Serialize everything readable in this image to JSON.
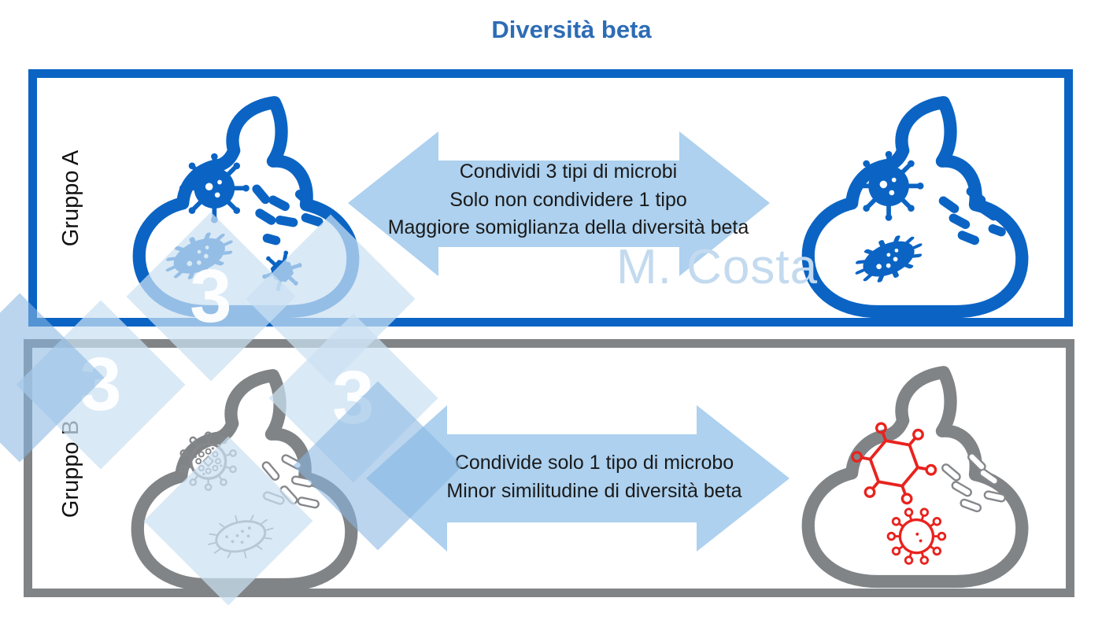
{
  "title": "Diversità beta",
  "watermark": {
    "author": "M. Costa",
    "logo_digit": "3"
  },
  "groups": [
    {
      "label": "Gruppo A",
      "arrow_lines": [
        "Condividi 3 tipi di microbi",
        "Solo non condividere 1 tipo",
        "Maggiore somiglianza della diversità beta"
      ]
    },
    {
      "label": "Gruppo B",
      "arrow_lines": [
        "Condivide solo 1 tipo di microbo",
        "Minor similitudine di diversità beta"
      ]
    }
  ],
  "icons": {
    "group_a_feces": [
      "virus-icon",
      "bacterium-icon",
      "rod-bacteria-icon",
      "phage-icon"
    ],
    "group_b_left_feces": [
      "virus-outline-icon",
      "bacterium-outline-icon",
      "rod-bacteria-icon"
    ],
    "group_b_right_feces": [
      "hexagon-virus-icon",
      "round-virus-icon",
      "rod-bacteria-icon"
    ]
  },
  "colors": {
    "title_blue": "#2D6CB5",
    "accent_blue": "#0B64C4",
    "gray": "#808487",
    "red": "#E8231E",
    "arrow_fill": "#A9CFEE",
    "watermark_blue": "#CBE0F3",
    "watermark_text": "#C3DAEF"
  }
}
